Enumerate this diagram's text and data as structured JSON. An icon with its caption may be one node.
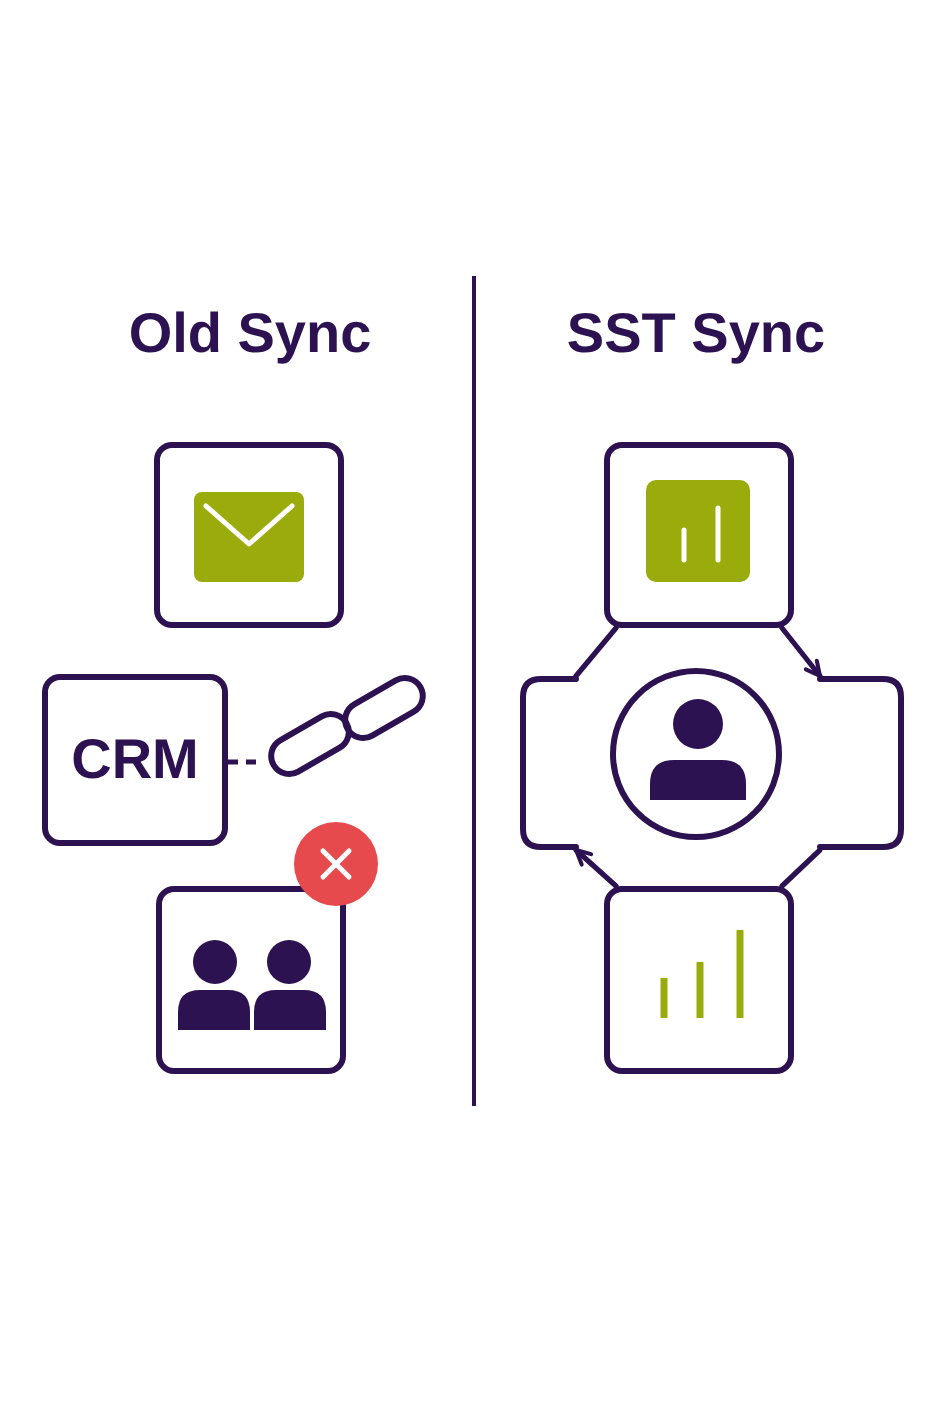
{
  "diagram": {
    "nodes": [
      {
        "text": [],
        "shape": "box"
      },
      {
        "text": [
          "CRM"
        ]
      },
      {
        "text": [],
        "shape": "picture"
      },
      {
        "text": [],
        "shape": "box"
      },
      {
        "text": [],
        "shape": "box"
      },
      {
        "text": [],
        "shape": "bracket"
      },
      {
        "text": [],
        "shape": "circle"
      },
      {
        "text": [],
        "shape": "bracket"
      },
      {
        "text": [],
        "shape": "box"
      }
    ],
    "edges": [
      {
        "from": 1,
        "to": 2,
        "arrow": "none",
        "style": "dashed"
      },
      {
        "from": 4,
        "to": 7,
        "arrow": "to"
      },
      {
        "from": 7,
        "to": 8,
        "arrow": "none"
      },
      {
        "from": 8,
        "to": 5,
        "arrow": "to"
      },
      {
        "from": 5,
        "to": 4,
        "arrow": "none"
      }
    ],
    "labels": [
      "Old Sync",
      "SST Sync"
    ]
  }
}
